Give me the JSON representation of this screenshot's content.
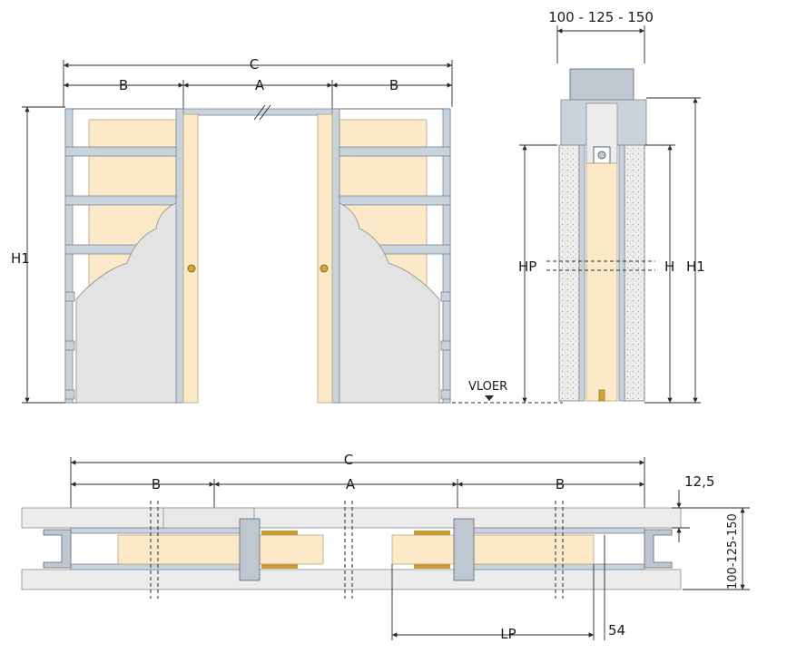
{
  "labels": {
    "front_C": "C",
    "front_B_left": "B",
    "front_A": "A",
    "front_B_right": "B",
    "front_H1": "H1",
    "side_width": "100 - 125 - 150",
    "side_HP": "HP",
    "side_H": "H",
    "side_H1": "H1",
    "floor": "VLOER",
    "plan_C": "C",
    "plan_B_left": "B",
    "plan_A": "A",
    "plan_B_right": "B",
    "plan_thickness": "12,5",
    "plan_wall": "100-125-150",
    "plan_LP": "LP",
    "plan_54": "54"
  },
  "colors": {
    "wood": "#fbe9c8",
    "rail": "#c9d3dc",
    "plaster": "#e3e3e3",
    "metal": "#bfc8d1"
  }
}
